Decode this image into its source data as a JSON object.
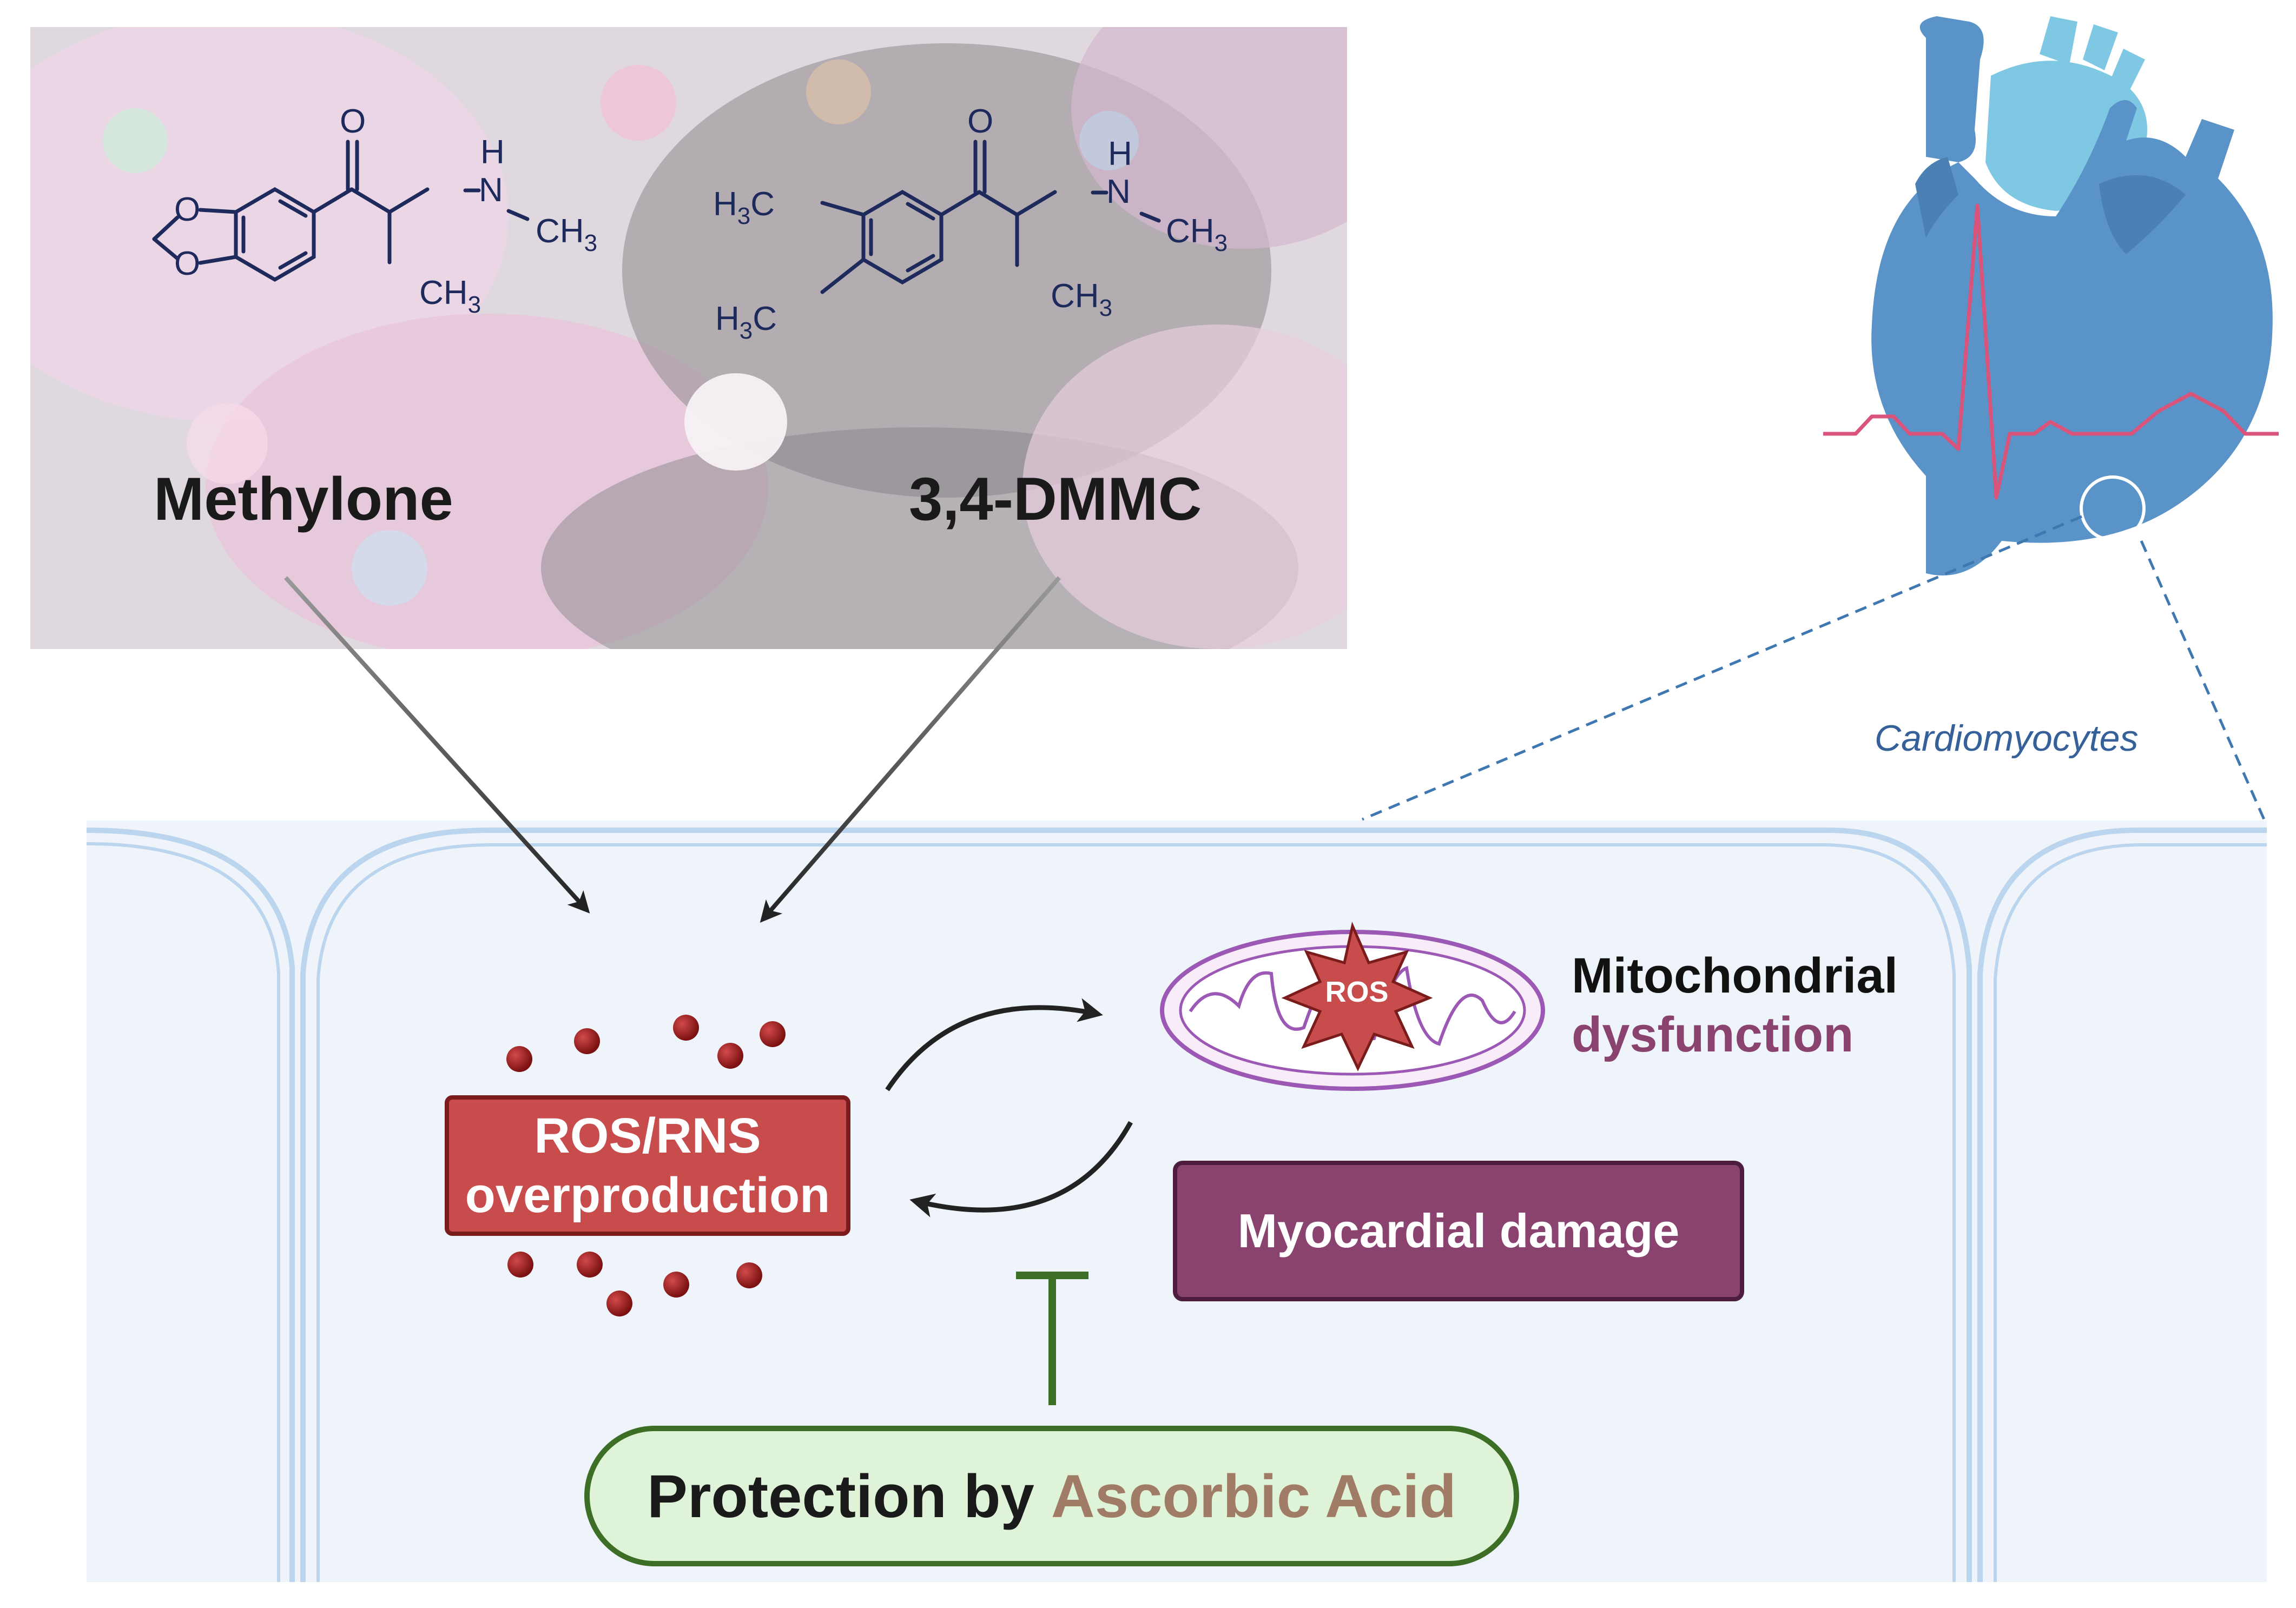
{
  "molecules": {
    "left": {
      "name": "Methylone",
      "atoms": {
        "oxygen_ketone": "O",
        "oxygen_ring_top": "O",
        "oxygen_ring_bottom": "O",
        "nh": "N",
        "h": "H",
        "ch3_n": "CH",
        "ch3_n_sub": "3",
        "ch3_c": "CH",
        "ch3_c_sub": "3"
      }
    },
    "right": {
      "name": "3,4-DMMC",
      "atoms": {
        "oxygen_ketone": "O",
        "nh": "N",
        "h": "H",
        "ch3_n": "CH",
        "ch3_n_sub": "3",
        "ch3_c": "CH",
        "ch3_c_sub": "3",
        "h3c_top": "H",
        "h3c_top_sub": "3",
        "h3c_top_c": "C",
        "h3c_bottom": "H",
        "h3c_bottom_sub": "3",
        "h3c_bottom_c": "C"
      }
    }
  },
  "cardiomyocytes_label": "Cardiomyocytes",
  "ros_box": {
    "line1": "ROS/RNS",
    "line2": "overproduction"
  },
  "mitochondria": {
    "burst_label": "ROS",
    "label_line1": "Mitochondrial",
    "label_line2": "dysfunction"
  },
  "myocardial_box": {
    "label": "Myocardial damage"
  },
  "protection_box": {
    "prefix": "Protection by ",
    "agent": "Ascorbic Acid"
  },
  "colors": {
    "heart_blue": "#5a93c8",
    "heart_light_blue": "#7ec8e3",
    "ecg_line": "#d9547a",
    "cell_fill": "#eef4fa",
    "cell_membrane": "#bcd5ee",
    "ros_red": "#c94c4c",
    "myo_purple": "#8a436f",
    "inhibit_green": "#3d6e25",
    "protection_fill": "#dff3d9",
    "ascorbic_text": "#a07b66",
    "mito_outline": "#9b58b5"
  },
  "icons": [
    "pill-background-image",
    "heart-icon",
    "ecg-trace",
    "mitochondrion-icon",
    "ros-burst-icon",
    "inhibition-t-bar"
  ]
}
